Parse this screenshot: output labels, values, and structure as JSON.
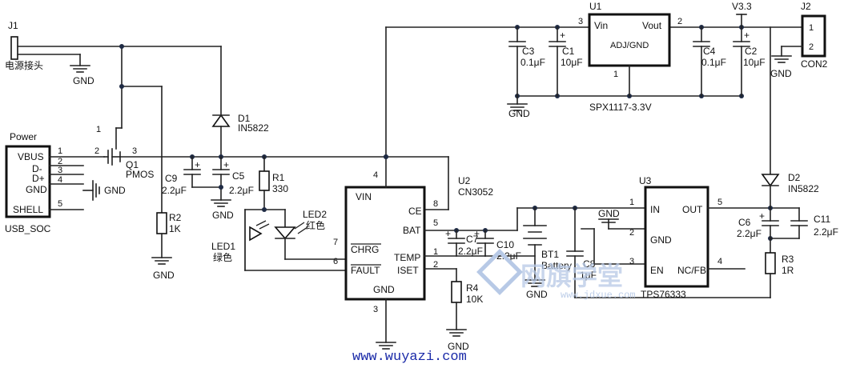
{
  "connectors": {
    "j1": {
      "ref": "J1",
      "desc": "电源接头"
    },
    "j2": {
      "ref": "J2",
      "model": "CON2",
      "pin1": "1",
      "pin2": "2"
    },
    "usb": {
      "title": "Power",
      "model": "USB_SOC",
      "pins": [
        "VBUS",
        "D-",
        "D+",
        "GND",
        "SHELL"
      ],
      "numbers": [
        "1",
        "2",
        "3",
        "4",
        "5"
      ]
    }
  },
  "gnd_label": "GND",
  "net_v33": "V3.3",
  "components": {
    "q1": {
      "ref": "Q1",
      "type": "PMOS",
      "pin1": "1",
      "pin2": "2",
      "pin3": "3"
    },
    "d1": {
      "ref": "D1",
      "value": "IN5822"
    },
    "d2": {
      "ref": "D2",
      "value": "IN5822"
    },
    "r1": {
      "ref": "R1",
      "value": "330"
    },
    "r2": {
      "ref": "R2",
      "value": "1K"
    },
    "r3": {
      "ref": "R3",
      "value": "1R"
    },
    "r4": {
      "ref": "R4",
      "value": "10K"
    },
    "c1": {
      "ref": "C1",
      "value": "10μF"
    },
    "c2": {
      "ref": "C2",
      "value": "10μF"
    },
    "c3": {
      "ref": "C3",
      "value": "0.1μF"
    },
    "c4": {
      "ref": "C4",
      "value": "0.1μF"
    },
    "c5": {
      "ref": "C5",
      "value": "2.2μF"
    },
    "c6": {
      "ref": "C6",
      "value": "2.2μF"
    },
    "c7": {
      "ref": "C7",
      "value": "2.2μF"
    },
    "c8": {
      "ref": "C8",
      "value": "1μF"
    },
    "c9": {
      "ref": "C9",
      "value": "2.2μF"
    },
    "c10": {
      "ref": "C10",
      "value": "2.2μF"
    },
    "c11": {
      "ref": "C11",
      "value": "2.2μF"
    },
    "led1": {
      "ref": "LED1",
      "color": "绿色"
    },
    "led2": {
      "ref": "LED2",
      "color": "红色"
    },
    "bt1": {
      "ref": "BT1",
      "name": "Battery"
    }
  },
  "ics": {
    "u1": {
      "ref": "U1",
      "model": "SPX1117-3.3V",
      "vin": "Vin",
      "vout": "Vout",
      "adj": "ADJ/GND",
      "pin_vin": "3",
      "pin_vout": "2",
      "pin_adj": "1"
    },
    "u2": {
      "ref": "U2",
      "model": "CN3052",
      "vin": "VIN",
      "ce": "CE",
      "bat": "BAT",
      "chrg": "CHRG",
      "fault": "FAULT",
      "temp": "TEMP",
      "iset": "ISET",
      "gnd": "GND",
      "pin_vin": "4",
      "pin_ce": "8",
      "pin_bat": "5",
      "pin_chrg": "7",
      "pin_fault": "6",
      "pin_temp": "1",
      "pin_iset": "2",
      "pin_gnd": "3"
    },
    "u3": {
      "ref": "U3",
      "model": "TPS76333",
      "in": "IN",
      "gnd": "GND",
      "en": "EN",
      "out": "OUT",
      "ncfb": "NC/FB",
      "pin_in": "1",
      "pin_gnd": "2",
      "pin_en": "3",
      "pin_out": "5",
      "pin_ncfb": "4"
    }
  },
  "watermark": {
    "text": "网旗学堂",
    "sub": "www.jdxue.com"
  },
  "footer_url": "www.wuyazi.com"
}
